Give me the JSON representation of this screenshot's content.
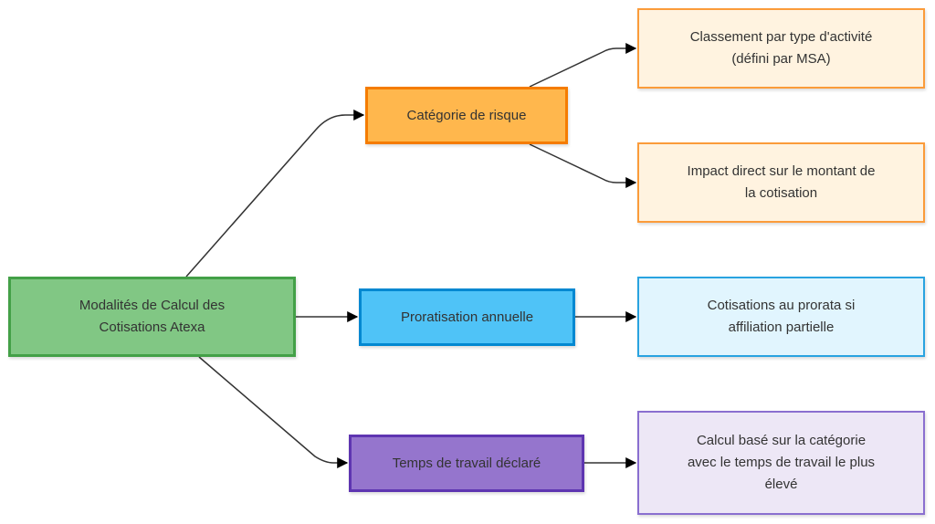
{
  "diagram": {
    "type": "flowchart",
    "direction": "left-to-right",
    "nodes": {
      "root": {
        "label": "Modalités de Calcul des Cotisations Atexa",
        "fill": "#81c784",
        "stroke": "#43a047"
      },
      "risk": {
        "label": "Catégorie de risque",
        "fill": "#ffb74d",
        "stroke": "#f57c00"
      },
      "prora": {
        "label": "Proratisation annuelle",
        "fill": "#4fc3f7",
        "stroke": "#0288d1"
      },
      "temps": {
        "label": "Temps de travail déclaré",
        "fill": "#9575cd",
        "stroke": "#5e35b1"
      },
      "r1": {
        "label": "Classement par type d'activité (défini par MSA)",
        "fill": "#fff3e0",
        "stroke": "#fb9b3a"
      },
      "r2": {
        "label": "Impact direct sur le montant de la cotisation",
        "fill": "#fff3e0",
        "stroke": "#fb9b3a"
      },
      "r3": {
        "label": "Cotisations au prorata si affiliation partielle",
        "fill": "#e1f5fe",
        "stroke": "#29a3e0"
      },
      "r4": {
        "label": "Calcul basé sur la catégorie avec le temps de travail le plus élevé",
        "fill": "#ede7f6",
        "stroke": "#8a6fd0"
      }
    },
    "lines": {
      "root": [
        "Modalités de Calcul des",
        "Cotisations Atexa"
      ],
      "risk": [
        "Catégorie de risque"
      ],
      "prora": [
        "Proratisation annuelle"
      ],
      "temps": [
        "Temps de travail déclaré"
      ],
      "r1": [
        "Classement par type d'activité",
        "(défini par MSA)"
      ],
      "r2": [
        "Impact direct sur le montant de",
        "la cotisation"
      ],
      "r3": [
        "Cotisations au prorata si",
        "affiliation partielle"
      ],
      "r4": [
        "Calcul basé sur la catégorie",
        "avec le temps de travail le plus",
        "élevé"
      ]
    },
    "edges": [
      {
        "from": "root",
        "to": "risk"
      },
      {
        "from": "root",
        "to": "prora"
      },
      {
        "from": "root",
        "to": "temps"
      },
      {
        "from": "risk",
        "to": "r1"
      },
      {
        "from": "risk",
        "to": "r2"
      },
      {
        "from": "prora",
        "to": "r3"
      },
      {
        "from": "temps",
        "to": "r4"
      }
    ],
    "edge_color": "#333333"
  }
}
